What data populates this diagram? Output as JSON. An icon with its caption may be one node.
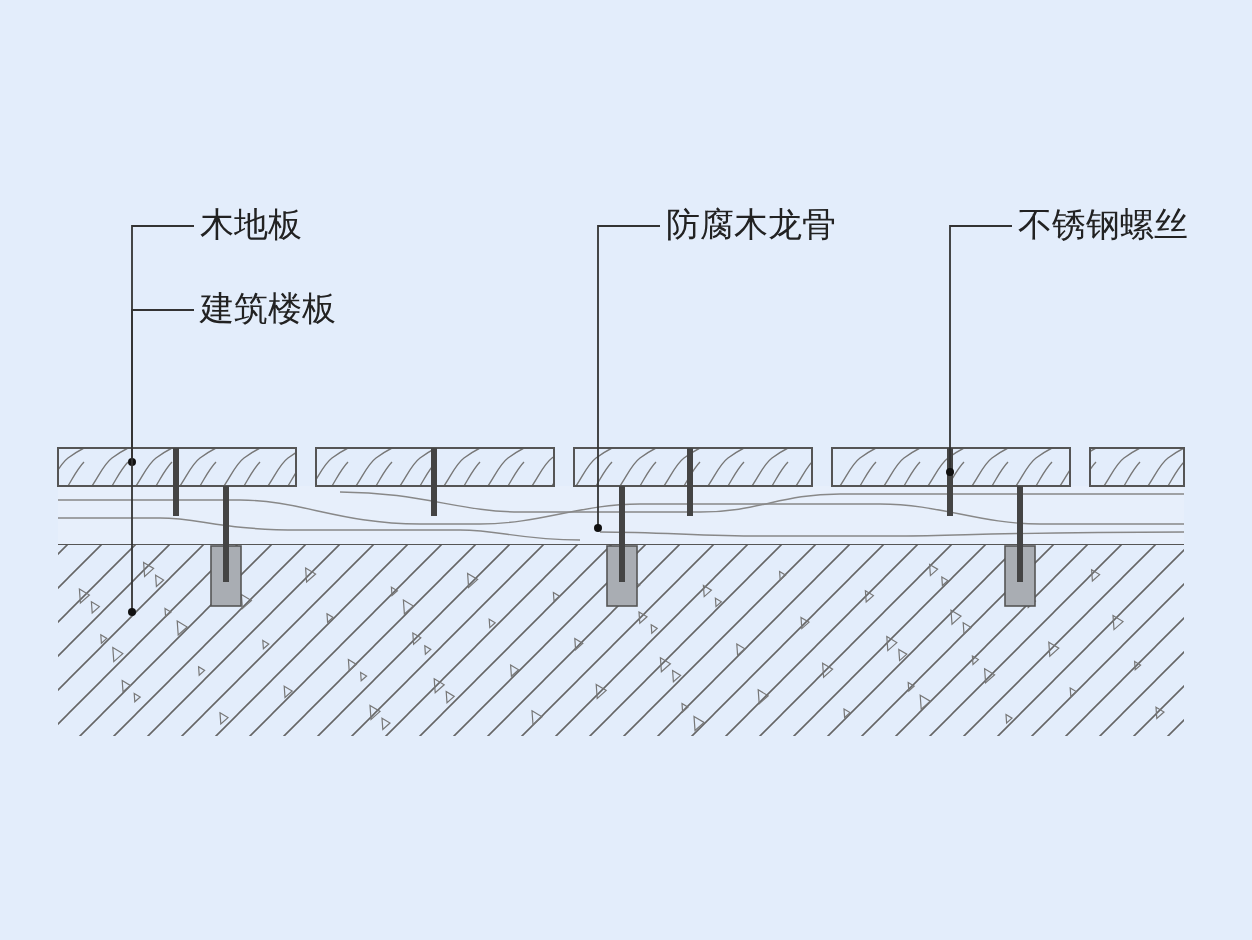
{
  "diagram": {
    "nodes": [
      {
        "text": [
          "木地板"
        ]
      },
      {
        "text": [
          "建筑楼板"
        ]
      },
      {
        "text": [
          "防腐木龙骨"
        ]
      },
      {
        "text": [
          "不锈钢螺丝"
        ]
      },
      {
        "text": [],
        "shape": "box"
      },
      {
        "text": [],
        "shape": "box"
      },
      {
        "text": [],
        "shape": "box"
      },
      {
        "text": [],
        "shape": "box"
      },
      {
        "text": [],
        "shape": "box"
      },
      {
        "text": [],
        "shape": "box"
      },
      {
        "text": [],
        "shape": "bar"
      },
      {
        "text": [],
        "shape": "box"
      }
    ],
    "edges": [
      {
        "from": 0,
        "to": 4,
        "arrow": "other"
      },
      {
        "from": 1,
        "to": 11,
        "arrow": "other"
      },
      {
        "from": 2,
        "to": 9,
        "arrow": "other"
      },
      {
        "from": 3,
        "to": 10,
        "arrow": "other"
      }
    ]
  }
}
